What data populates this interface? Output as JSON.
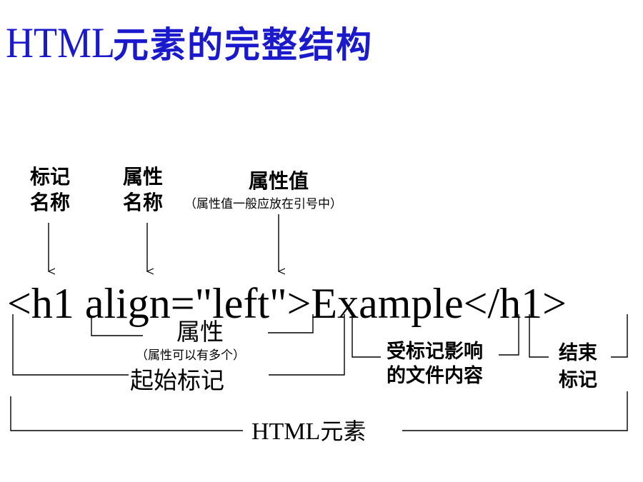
{
  "title": {
    "latin": "HTML",
    "cjk": "元素的完整结构",
    "color": "#1a1acc"
  },
  "labels": {
    "tag_name": [
      "标记",
      "名称"
    ],
    "attr_name": [
      "属性",
      "名称"
    ],
    "attr_value": "属性值",
    "attr_value_note": "（属性值一般应放在引号中）"
  },
  "code_line": "<h1 align=\"left\">Example</h1>",
  "braces": {
    "attribute": "属性",
    "attribute_note": "（属性可以有多个）",
    "start_tag": "起始标记",
    "content": [
      "受标记影响",
      "的文件内容"
    ],
    "end_tag": [
      "结束",
      "标记"
    ],
    "element_latin": "HTML",
    "element_cjk": "元素"
  }
}
